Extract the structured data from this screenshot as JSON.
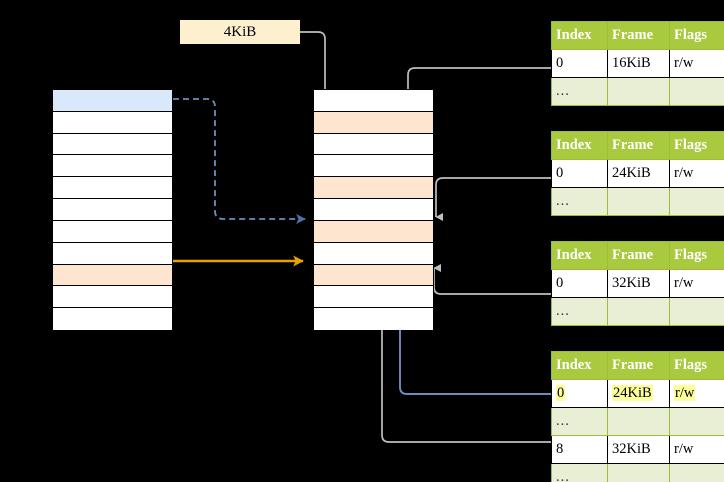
{
  "diagram": {
    "title": "two-level-page-table-walk",
    "colors": {
      "background": "#000000",
      "header_green": "#a9c93f",
      "ellipsis_green": "#e9efd4",
      "highlight_yellow": "#ffff99",
      "row_blue": "#d9e8fb",
      "row_orange": "#fde5cf",
      "tag_cream": "#fdf0cf",
      "arrow_gray": "#b3b3b3",
      "arrow_blue": "#6c8ebf",
      "arrow_orange": "#e8a200"
    }
  },
  "tag": {
    "label": "4KiB"
  },
  "left_table": {
    "name": "virtual-address-space",
    "row_count": 11,
    "rows": [
      {
        "fill": "blue",
        "label": ""
      },
      {
        "fill": "white",
        "label": ""
      },
      {
        "fill": "white",
        "label": ""
      },
      {
        "fill": "white",
        "label": ""
      },
      {
        "fill": "white",
        "label": ""
      },
      {
        "fill": "white",
        "label": ""
      },
      {
        "fill": "white",
        "label": ""
      },
      {
        "fill": "white",
        "label": ""
      },
      {
        "fill": "orange",
        "label": ""
      },
      {
        "fill": "white",
        "label": ""
      },
      {
        "fill": "white",
        "label": ""
      }
    ]
  },
  "middle_table": {
    "name": "physical-memory",
    "row_count": 11,
    "rows": [
      {
        "fill": "white",
        "label": ""
      },
      {
        "fill": "orange",
        "label": ""
      },
      {
        "fill": "white",
        "label": ""
      },
      {
        "fill": "white",
        "label": ""
      },
      {
        "fill": "orange",
        "label": ""
      },
      {
        "fill": "white",
        "label": ""
      },
      {
        "fill": "orange",
        "label": ""
      },
      {
        "fill": "white",
        "label": ""
      },
      {
        "fill": "orange",
        "label": ""
      },
      {
        "fill": "white",
        "label": ""
      },
      {
        "fill": "white",
        "label": ""
      }
    ]
  },
  "page_tables": [
    {
      "name": "page-table-1",
      "headers": [
        "Index",
        "Frame",
        "Flags"
      ],
      "rows": [
        {
          "type": "data",
          "cells": [
            "0",
            "16KiB",
            "r/w"
          ],
          "highlight": [
            false,
            false,
            false
          ]
        },
        {
          "type": "ellipsis",
          "cells": [
            "...",
            "",
            ""
          ],
          "highlight": [
            false,
            false,
            false
          ]
        }
      ]
    },
    {
      "name": "page-table-2",
      "headers": [
        "Index",
        "Frame",
        "Flags"
      ],
      "rows": [
        {
          "type": "data",
          "cells": [
            "0",
            "24KiB",
            "r/w"
          ],
          "highlight": [
            false,
            false,
            false
          ]
        },
        {
          "type": "ellipsis",
          "cells": [
            "...",
            "",
            ""
          ],
          "highlight": [
            false,
            false,
            false
          ]
        }
      ]
    },
    {
      "name": "page-table-3",
      "headers": [
        "Index",
        "Frame",
        "Flags"
      ],
      "rows": [
        {
          "type": "data",
          "cells": [
            "0",
            "32KiB",
            "r/w"
          ],
          "highlight": [
            false,
            false,
            false
          ]
        },
        {
          "type": "ellipsis",
          "cells": [
            "...",
            "",
            ""
          ],
          "highlight": [
            false,
            false,
            false
          ]
        }
      ]
    },
    {
      "name": "page-table-4",
      "headers": [
        "Index",
        "Frame",
        "Flags"
      ],
      "rows": [
        {
          "type": "data",
          "cells": [
            "0",
            "24KiB",
            "r/w"
          ],
          "highlight": [
            true,
            true,
            true
          ]
        },
        {
          "type": "ellipsis",
          "cells": [
            "...",
            "",
            ""
          ],
          "highlight": [
            false,
            false,
            false
          ]
        },
        {
          "type": "data",
          "cells": [
            "8",
            "32KiB",
            "r/w"
          ],
          "highlight": [
            false,
            false,
            false
          ]
        },
        {
          "type": "ellipsis",
          "cells": [
            "...",
            "",
            ""
          ],
          "highlight": [
            false,
            false,
            false
          ]
        }
      ]
    }
  ]
}
